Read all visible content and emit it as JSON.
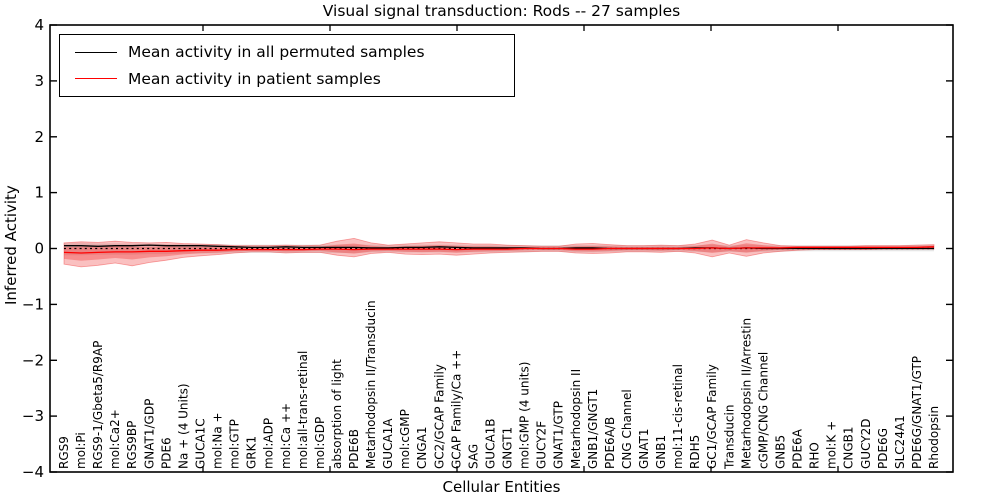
{
  "chart_data": {
    "type": "line",
    "title": "Visual signal transduction: Rods -- 27 samples",
    "xlabel": "Cellular Entities",
    "ylabel": "Inferred Activity",
    "ylim": [
      -4,
      4
    ],
    "yticks": [
      4,
      3,
      2,
      1,
      0,
      -1,
      -2,
      -3,
      -4
    ],
    "grid": false,
    "legend_position": "upper left",
    "zero_reference_line": true,
    "x_labels_inside_plot": true,
    "categories": [
      "RGS9",
      "mol:Pi",
      "RGS9-1/Gbeta5/R9AP",
      "mol:Ca2+",
      "RGS9BP",
      "GNAT1/GDP",
      "PDE6",
      "Na + (4 Units)",
      "GUCA1C",
      "mol:Na +",
      "mol:GTP",
      "GRK1",
      "mol:ADP",
      "mol:Ca ++",
      "mol:all-trans-retinal",
      "mol:GDP",
      "absorption of light",
      "PDE6B",
      "Metarhodopsin II/Transducin",
      "GUCA1A",
      "mol:cGMP",
      "CNGA1",
      "GC2/GCAP Family",
      "GCAP Family/Ca ++",
      "SAG",
      "GUCA1B",
      "GNGT1",
      "mol:GMP (4 units)",
      "GUCY2F",
      "GNAT1/GTP",
      "Metarhodopsin II",
      "GNB1/GNGT1",
      "PDE6A/B",
      "CNG Channel",
      "GNAT1",
      "GNB1",
      "mol:11-cis-retinal",
      "RDH5",
      "GC1/GCAP Family",
      "Transducin",
      "Metarhodopsin II/Arrestin",
      "cGMP/CNG Channel",
      "GNB5",
      "PDE6A",
      "RHO",
      "mol:K +",
      "CNGB1",
      "GUCY2D",
      "PDE6G",
      "SLC24A1",
      "PDE6G/GNAT1/GTP",
      "Rhodopsin"
    ],
    "series": [
      {
        "name": "Mean activity in all permuted samples",
        "color": "#000000",
        "values": [
          0.05,
          0.05,
          0.04,
          0.05,
          0.05,
          0.06,
          0.05,
          0.05,
          0.05,
          0.04,
          0.03,
          0.02,
          0.02,
          0.03,
          0.02,
          0.02,
          0.02,
          0.02,
          0.01,
          0.01,
          0.02,
          0.02,
          0.03,
          0.02,
          0.01,
          0.01,
          0.01,
          0.01,
          0.0,
          0.0,
          0.01,
          0.01,
          0.0,
          0.0,
          0.0,
          0.0,
          0.0,
          0.01,
          0.01,
          0.0,
          0.01,
          0.0,
          0.0,
          0.0,
          0.0,
          0.0,
          0.0,
          0.0,
          0.0,
          0.0,
          0.0,
          0.0
        ]
      },
      {
        "name": "Mean activity in patient samples",
        "color": "#ff0000",
        "values": [
          -0.07,
          -0.08,
          -0.07,
          -0.06,
          -0.06,
          -0.05,
          -0.05,
          -0.04,
          -0.03,
          -0.03,
          -0.02,
          -0.02,
          -0.02,
          -0.02,
          -0.02,
          -0.01,
          -0.01,
          -0.02,
          -0.01,
          -0.01,
          -0.01,
          -0.01,
          -0.01,
          -0.02,
          -0.01,
          -0.01,
          -0.01,
          0.0,
          0.0,
          0.0,
          -0.01,
          -0.01,
          0.0,
          0.0,
          0.0,
          0.0,
          0.0,
          0.0,
          0.01,
          0.0,
          0.01,
          0.01,
          0.01,
          0.02,
          0.02,
          0.02,
          0.02,
          0.02,
          0.02,
          0.02,
          0.02,
          0.03
        ]
      }
    ],
    "bands": {
      "permuted": {
        "name": "permuted samples range",
        "color": "#8c8c8c",
        "hi": [
          0.1,
          0.1,
          0.09,
          0.09,
          0.09,
          0.09,
          0.08,
          0.08,
          0.08,
          0.08,
          0.07,
          0.07,
          0.07,
          0.07,
          0.07,
          0.07,
          0.07,
          0.07,
          0.07,
          0.06,
          0.07,
          0.07,
          0.07,
          0.07,
          0.06,
          0.06,
          0.06,
          0.06,
          0.06,
          0.06,
          0.06,
          0.06,
          0.06,
          0.06,
          0.06,
          0.06,
          0.06,
          0.06,
          0.07,
          0.06,
          0.07,
          0.06,
          0.06,
          0.06,
          0.06,
          0.06,
          0.06,
          0.06,
          0.06,
          0.06,
          0.07,
          0.07
        ],
        "lo": [
          -0.12,
          -0.12,
          -0.11,
          -0.11,
          -0.11,
          -0.1,
          -0.1,
          -0.09,
          -0.09,
          -0.09,
          -0.08,
          -0.08,
          -0.08,
          -0.08,
          -0.08,
          -0.08,
          -0.08,
          -0.08,
          -0.07,
          -0.07,
          -0.07,
          -0.07,
          -0.07,
          -0.07,
          -0.07,
          -0.07,
          -0.07,
          -0.07,
          -0.06,
          -0.06,
          -0.07,
          -0.07,
          -0.06,
          -0.06,
          -0.06,
          -0.06,
          -0.06,
          -0.06,
          -0.07,
          -0.06,
          -0.07,
          -0.06,
          -0.06,
          -0.05,
          -0.05,
          -0.05,
          -0.05,
          -0.05,
          -0.05,
          -0.05,
          -0.05,
          -0.05
        ]
      },
      "patient": {
        "name": "patient samples range",
        "color": "#f03030",
        "hi": [
          0.1,
          0.12,
          0.11,
          0.13,
          0.11,
          0.1,
          0.11,
          0.09,
          0.08,
          0.07,
          0.05,
          0.05,
          0.05,
          0.06,
          0.05,
          0.06,
          0.13,
          0.18,
          0.1,
          0.06,
          0.08,
          0.1,
          0.12,
          0.1,
          0.08,
          0.08,
          0.06,
          0.05,
          0.04,
          0.04,
          0.08,
          0.09,
          0.07,
          0.05,
          0.05,
          0.06,
          0.05,
          0.08,
          0.15,
          0.06,
          0.16,
          0.1,
          0.05,
          0.04,
          0.04,
          0.04,
          0.04,
          0.05,
          0.05,
          0.05,
          0.06,
          0.07
        ],
        "lo": [
          -0.28,
          -0.33,
          -0.3,
          -0.26,
          -0.31,
          -0.25,
          -0.21,
          -0.16,
          -0.13,
          -0.11,
          -0.08,
          -0.06,
          -0.06,
          -0.08,
          -0.07,
          -0.07,
          -0.12,
          -0.15,
          -0.09,
          -0.07,
          -0.1,
          -0.11,
          -0.1,
          -0.12,
          -0.1,
          -0.08,
          -0.07,
          -0.06,
          -0.05,
          -0.05,
          -0.08,
          -0.09,
          -0.08,
          -0.06,
          -0.06,
          -0.07,
          -0.05,
          -0.08,
          -0.15,
          -0.08,
          -0.14,
          -0.08,
          -0.05,
          -0.03,
          -0.02,
          -0.02,
          -0.02,
          -0.02,
          -0.01,
          -0.01,
          -0.01,
          -0.01
        ]
      }
    },
    "colors": {
      "permuted_line": "#000000",
      "patient_line": "#ff0000",
      "patient_band": "#f03030",
      "permuted_band": "#8c8c8c",
      "zero_line": "#000000",
      "spine": "#000000"
    }
  }
}
